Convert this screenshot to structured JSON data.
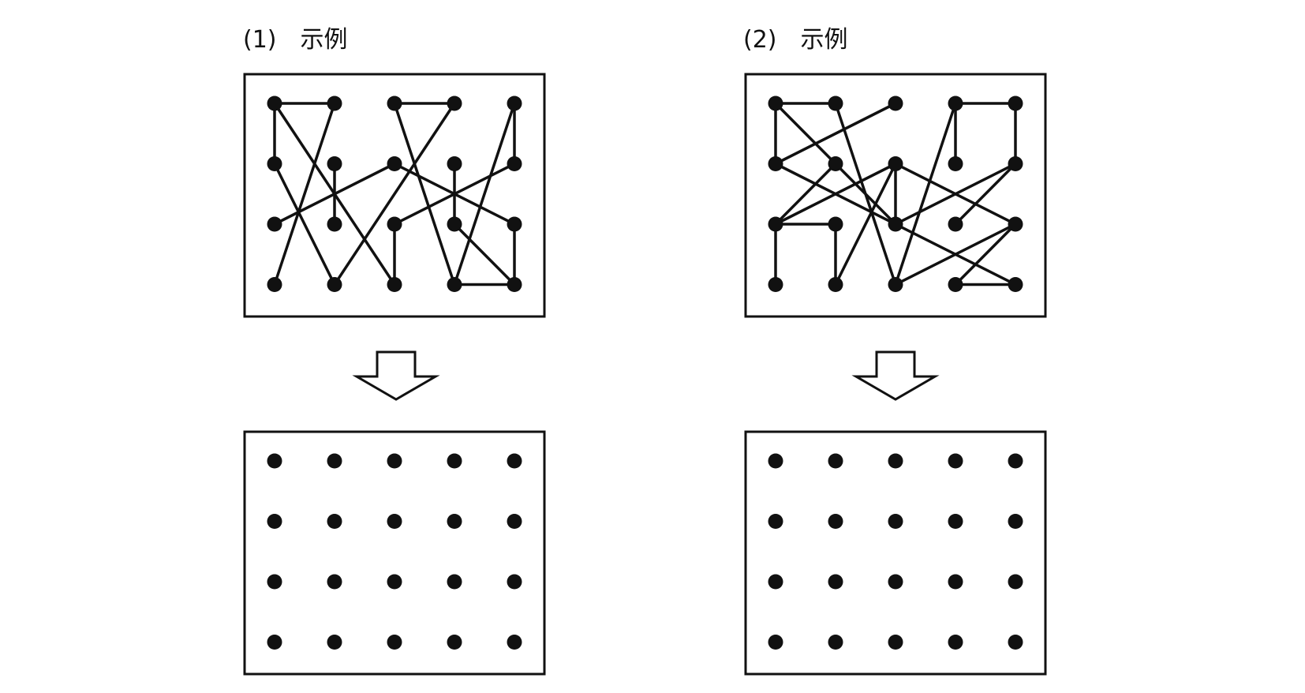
{
  "panels": [
    {
      "label": "(1)　示例",
      "grid": {
        "cols": 5,
        "rows": 4
      },
      "edges": [
        [
          [
            0,
            0
          ],
          [
            1,
            0
          ]
        ],
        [
          [
            0,
            0
          ],
          [
            0,
            1
          ]
        ],
        [
          [
            0,
            0
          ],
          [
            2,
            3
          ]
        ],
        [
          [
            1,
            0
          ],
          [
            0,
            3
          ]
        ],
        [
          [
            0,
            1
          ],
          [
            1,
            3
          ]
        ],
        [
          [
            1,
            1
          ],
          [
            1,
            2
          ]
        ],
        [
          [
            0,
            2
          ],
          [
            2,
            1
          ]
        ],
        [
          [
            2,
            0
          ],
          [
            3,
            0
          ]
        ],
        [
          [
            2,
            0
          ],
          [
            3,
            3
          ]
        ],
        [
          [
            3,
            0
          ],
          [
            1,
            3
          ]
        ],
        [
          [
            2,
            1
          ],
          [
            4,
            2
          ]
        ],
        [
          [
            4,
            0
          ],
          [
            4,
            1
          ]
        ],
        [
          [
            4,
            0
          ],
          [
            3,
            3
          ]
        ],
        [
          [
            4,
            1
          ],
          [
            2,
            2
          ]
        ],
        [
          [
            2,
            2
          ],
          [
            2,
            3
          ]
        ],
        [
          [
            3,
            1
          ],
          [
            3,
            2
          ]
        ],
        [
          [
            3,
            2
          ],
          [
            4,
            3
          ]
        ],
        [
          [
            4,
            2
          ],
          [
            4,
            3
          ]
        ],
        [
          [
            3,
            3
          ],
          [
            4,
            3
          ]
        ]
      ]
    },
    {
      "label": "(2)　示例",
      "grid": {
        "cols": 5,
        "rows": 4
      },
      "edges": [
        [
          [
            0,
            0
          ],
          [
            1,
            0
          ]
        ],
        [
          [
            0,
            0
          ],
          [
            0,
            1
          ]
        ],
        [
          [
            0,
            0
          ],
          [
            2,
            2
          ]
        ],
        [
          [
            1,
            0
          ],
          [
            2,
            3
          ]
        ],
        [
          [
            2,
            0
          ],
          [
            0,
            1
          ]
        ],
        [
          [
            0,
            1
          ],
          [
            4,
            3
          ]
        ],
        [
          [
            1,
            1
          ],
          [
            0,
            2
          ]
        ],
        [
          [
            2,
            1
          ],
          [
            0,
            2
          ]
        ],
        [
          [
            2,
            1
          ],
          [
            4,
            2
          ]
        ],
        [
          [
            2,
            1
          ],
          [
            2,
            2
          ]
        ],
        [
          [
            0,
            2
          ],
          [
            1,
            2
          ]
        ],
        [
          [
            0,
            2
          ],
          [
            0,
            3
          ]
        ],
        [
          [
            1,
            2
          ],
          [
            1,
            3
          ]
        ],
        [
          [
            1,
            3
          ],
          [
            2,
            1
          ]
        ],
        [
          [
            3,
            0
          ],
          [
            4,
            0
          ]
        ],
        [
          [
            3,
            0
          ],
          [
            3,
            1
          ]
        ],
        [
          [
            3,
            0
          ],
          [
            2,
            3
          ]
        ],
        [
          [
            4,
            0
          ],
          [
            4,
            1
          ]
        ],
        [
          [
            4,
            1
          ],
          [
            2,
            2
          ]
        ],
        [
          [
            4,
            1
          ],
          [
            3,
            2
          ]
        ],
        [
          [
            4,
            2
          ],
          [
            2,
            3
          ]
        ],
        [
          [
            4,
            2
          ],
          [
            3,
            3
          ]
        ],
        [
          [
            3,
            3
          ],
          [
            4,
            3
          ]
        ]
      ]
    }
  ],
  "blank_grids": [
    {
      "cols": 5,
      "rows": 4
    },
    {
      "cols": 5,
      "rows": 4
    }
  ]
}
